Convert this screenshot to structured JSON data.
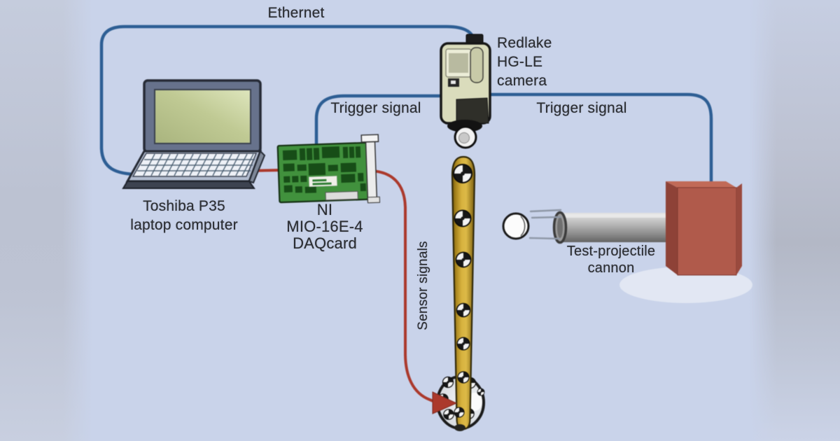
{
  "colors": {
    "background": "#c9d3ea",
    "edge_fade": "#b3b8c6",
    "cable_blue": "#2d5e94",
    "cable_red": "#ab392c",
    "bat_gold": "#d7b23e",
    "pcb_green": "#41913d",
    "camera_beige": "#dadcbc",
    "cannon_red": "#b05a4b",
    "barrel_gray": "#ababab",
    "text": "#2a2c31"
  },
  "labels": {
    "ethernet": "Ethernet",
    "trigger_left": "Trigger signal",
    "trigger_right": "Trigger signal",
    "sensor_signals": "Sensor signals",
    "laptop": [
      "Toshiba P35",
      "laptop computer"
    ],
    "daq_card": [
      "NI",
      "MIO-16E-4",
      "DAQcard"
    ],
    "camera": [
      "Redlake",
      "HG-LE",
      "camera"
    ],
    "cannon": [
      "Test-projectile",
      "cannon"
    ]
  }
}
